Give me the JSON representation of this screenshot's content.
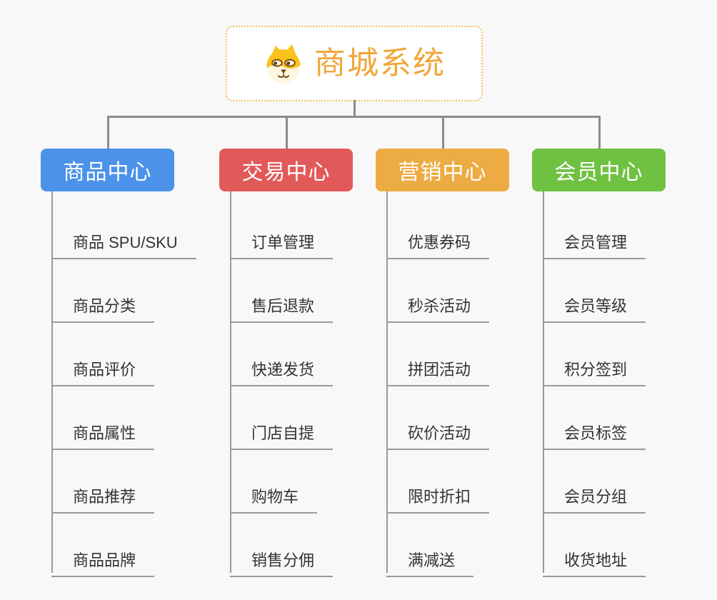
{
  "root": {
    "label": "商城系统",
    "icon": "shiba-dog-icon",
    "text_color": "#f0a73a",
    "border_color": "#f5bd55"
  },
  "connector_color": "#8c8c8c",
  "underline_color": "#999999",
  "branches": [
    {
      "label": "商品中心",
      "color": "#4b92e8",
      "children": [
        "商品 SPU/SKU",
        "商品分类",
        "商品评价",
        "商品属性",
        "商品推荐",
        "商品品牌"
      ]
    },
    {
      "label": "交易中心",
      "color": "#e25959",
      "children": [
        "订单管理",
        "售后退款",
        "快递发货",
        "门店自提",
        "购物车",
        "销售分佣"
      ]
    },
    {
      "label": "营销中心",
      "color": "#ecab43",
      "children": [
        "优惠券码",
        "秒杀活动",
        "拼团活动",
        "砍价活动",
        "限时折扣",
        "满减送"
      ]
    },
    {
      "label": "会员中心",
      "color": "#6fc142",
      "children": [
        "会员管理",
        "会员等级",
        "积分签到",
        "会员标签",
        "会员分组",
        "收货地址"
      ]
    }
  ]
}
